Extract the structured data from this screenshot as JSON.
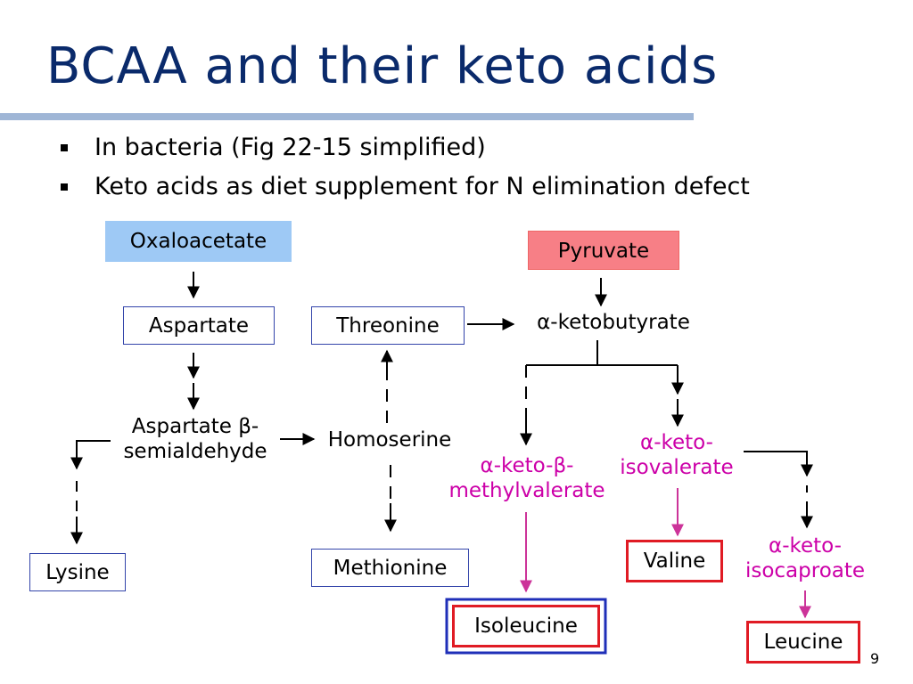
{
  "slide": {
    "title": "BCAA and their keto acids",
    "bullets": [
      "In bacteria (Fig 22-15 simplified)",
      "Keto acids as diet supplement for N elimination defect"
    ],
    "page_number": "9"
  },
  "nodes": {
    "oxaloacetate": "Oxaloacetate",
    "pyruvate": "Pyruvate",
    "aspartate": "Aspartate",
    "threonine": "Threonine",
    "ketobutyrate": "α-ketobutyrate",
    "aspartate_semialdehyde_1": "Aspartate β-",
    "aspartate_semialdehyde_2": "semialdehyde",
    "homoserine": "Homoserine",
    "keto_methylvalerate_1": "α-keto-β-",
    "keto_methylvalerate_2": "methylvalerate",
    "keto_isovalerate_1": "α-keto-",
    "keto_isovalerate_2": "isovalerate",
    "keto_isocaproate_1": "α-keto-",
    "keto_isocaproate_2": "isocaproate",
    "lysine": "Lysine",
    "methionine": "Methionine",
    "valine": "Valine",
    "isoleucine": "Isoleucine",
    "leucine": "Leucine"
  },
  "colors": {
    "title": "#0a2a6b",
    "keto_acid_text": "#cc00a8",
    "amino_acid_border": "#e01b24",
    "oxaloacetate_fill": "#9ec9f5",
    "pyruvate_fill": "#f77f86"
  }
}
